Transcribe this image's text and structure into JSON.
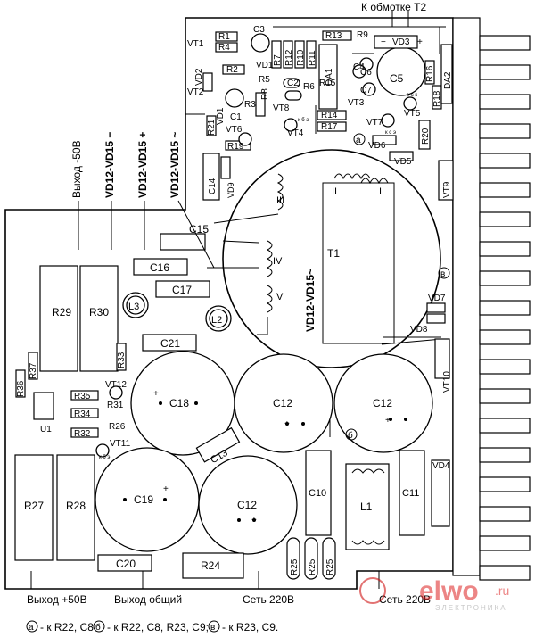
{
  "top_label": "К обмотке Т2",
  "bottom_labels": {
    "out_plus50": "Выход +50В",
    "out_common": "Выход общий",
    "mains1": "Сеть 220В",
    "mains2": "Сеть 220В"
  },
  "vertical_labels": {
    "out_minus50": "Выход -50В",
    "vd_minus": "VD12-VD15 −",
    "vd_plus": "VD12-VD15 +",
    "vd_tilde": "VD12-VD15 ~",
    "vd_tilde_inner": "VD12-VD15~"
  },
  "footnote": {
    "a_mark": "а",
    "a_text": "- к R22, C8;",
    "b_mark": "б",
    "b_text": "- к R22, C8, R23, C9;",
    "v_mark": "в",
    "v_text": "- к R23, C9."
  },
  "watermark": {
    "brand_main": "elwo",
    "brand_suffix": ".ru",
    "tagline": "ЭЛЕКТРОНИКА"
  },
  "components": {
    "R1": "R1",
    "R4": "R4",
    "R2": "R2",
    "R3": "R3",
    "R5": "R5",
    "R6": "R6",
    "R7": "R7",
    "R8": "R8",
    "R9": "R9",
    "R10": "R10",
    "R11": "R11",
    "R12": "R12",
    "R13": "R13",
    "R14": "R14",
    "R15": "R15",
    "R16": "R16",
    "R17": "R17",
    "R18": "R18",
    "R19": "R19",
    "R20": "R20",
    "R21": "R21",
    "R24": "R24",
    "R25a": "R25",
    "R25b": "R25",
    "R25c": "R25",
    "R26": "R26",
    "R27": "R27",
    "R28": "R28",
    "R29": "R29",
    "R30": "R30",
    "R31": "R31",
    "R32": "R32",
    "R33": "R33",
    "R34": "R34",
    "R35": "R35",
    "R36": "R36",
    "R37": "R37",
    "C1": "C1",
    "C2": "C2",
    "C3": "C3",
    "C4": "C4",
    "C5": "C5",
    "C6": "C6",
    "C7": "C7",
    "C10": "C10",
    "C11": "C11",
    "C12a": "C12",
    "C12b": "C12",
    "C12c": "C12",
    "C13": "C13",
    "C14": "C14",
    "C15": "C15",
    "C16": "C16",
    "C17": "C17",
    "C18": "C18",
    "C19": "C19",
    "C20": "C20",
    "C21": "C21",
    "VT1": "VT1",
    "VT2": "VT2",
    "VT3": "VT3",
    "VT4": "VT4",
    "VT5": "VT5",
    "VT6": "VT6",
    "VT7": "VT7",
    "VT8": "VT8",
    "VT9": "VT9",
    "VT10": "VT10",
    "VT11": "VT11",
    "VT12": "VT12",
    "VD1": "VD1",
    "VD2": "VD2",
    "VD3": "VD3",
    "VD4": "VD4",
    "VD5": "VD5",
    "VD6": "VD6",
    "VD7": "VD7",
    "VD8": "VD8",
    "VD9": "VD9",
    "DA1": "DA1",
    "DA2": "DA2",
    "U1": "U1",
    "L1": "L1",
    "L2": "L2",
    "L3": "L3",
    "T1": "T1",
    "wI": "I",
    "wII": "II",
    "wIII": "III",
    "wIV": "IV",
    "wV": "V",
    "mark_a": "а",
    "mark_b": "б",
    "mark_v": "в",
    "kbe": "к б э",
    "esk": "э с к",
    "kse": "к с э",
    "ksek": "к с э",
    "kbe2": "к б э"
  }
}
